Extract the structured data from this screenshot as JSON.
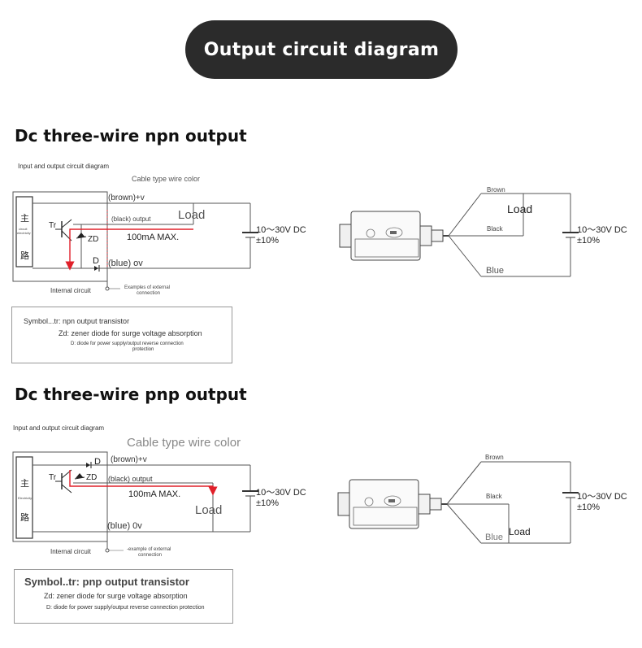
{
  "header": {
    "title": "Output circuit diagram"
  },
  "colors": {
    "pill_bg": "#2b2b2b",
    "arrow_red": "#e0202a",
    "line": "#555555"
  },
  "npn": {
    "section_title": "Dc three-wire npn output",
    "subtitle": "Input and output circuit diagram",
    "cable_color_label": "Cable type wire color",
    "brown_label": "(brown)+v",
    "black_label": "(black) output",
    "blue_label": "(blue) ov",
    "load_label": "Load",
    "current_label": "100mA MAX.",
    "tr_label": "Tr",
    "zd_label": "ZD",
    "d_label": "D",
    "supply_label": "10～30V DC",
    "tolerance_label": "±10%",
    "internal_label": "Internal circuit",
    "external_label_1": "Examples of external",
    "external_label_2": "connection",
    "block_char_1": "主",
    "block_char_2": "路",
    "block_small_1": "circuit",
    "block_small_2": "electricity",
    "right": {
      "brown": "Brown",
      "black": "Black",
      "blue": "Blue",
      "load": "Load",
      "supply": "10～30V DC",
      "tolerance": "±10%"
    },
    "legend": {
      "line1": "Symbol...tr: npn output transistor",
      "line2": "Zd: zener diode for surge voltage absorption",
      "line3": "D: diode for power supply/output reverse connection",
      "line4": "protection"
    }
  },
  "pnp": {
    "section_title": "Dc three-wire pnp output",
    "subtitle": "Input and output circuit diagram",
    "cable_color_label": "Cable type wire color",
    "brown_label": "(brown)+v",
    "black_label": "(black) output",
    "blue_label": "(blue) 0v",
    "load_label": "Load",
    "current_label": "100mA MAX.",
    "tr_label": "Tr",
    "zd_label": "ZD",
    "d_label": "D",
    "supply_label": "10～30V DC",
    "tolerance_label": "±10%",
    "internal_label": "Internal circuit",
    "external_label_1": "-example of external",
    "external_label_2": "connection",
    "block_char_1": "主",
    "block_char_2": "路",
    "block_small_1": "Electricity",
    "right": {
      "brown": "Brown",
      "black": "Black",
      "blue": "Blue",
      "load": "Load",
      "supply": "10～30V DC",
      "tolerance": "±10%"
    },
    "legend": {
      "line1": "Symbol..tr: pnp output transistor",
      "line2": "Zd: zener diode for surge voltage absorption",
      "line3": "D: diode for power supply/output reverse connection protection"
    }
  }
}
